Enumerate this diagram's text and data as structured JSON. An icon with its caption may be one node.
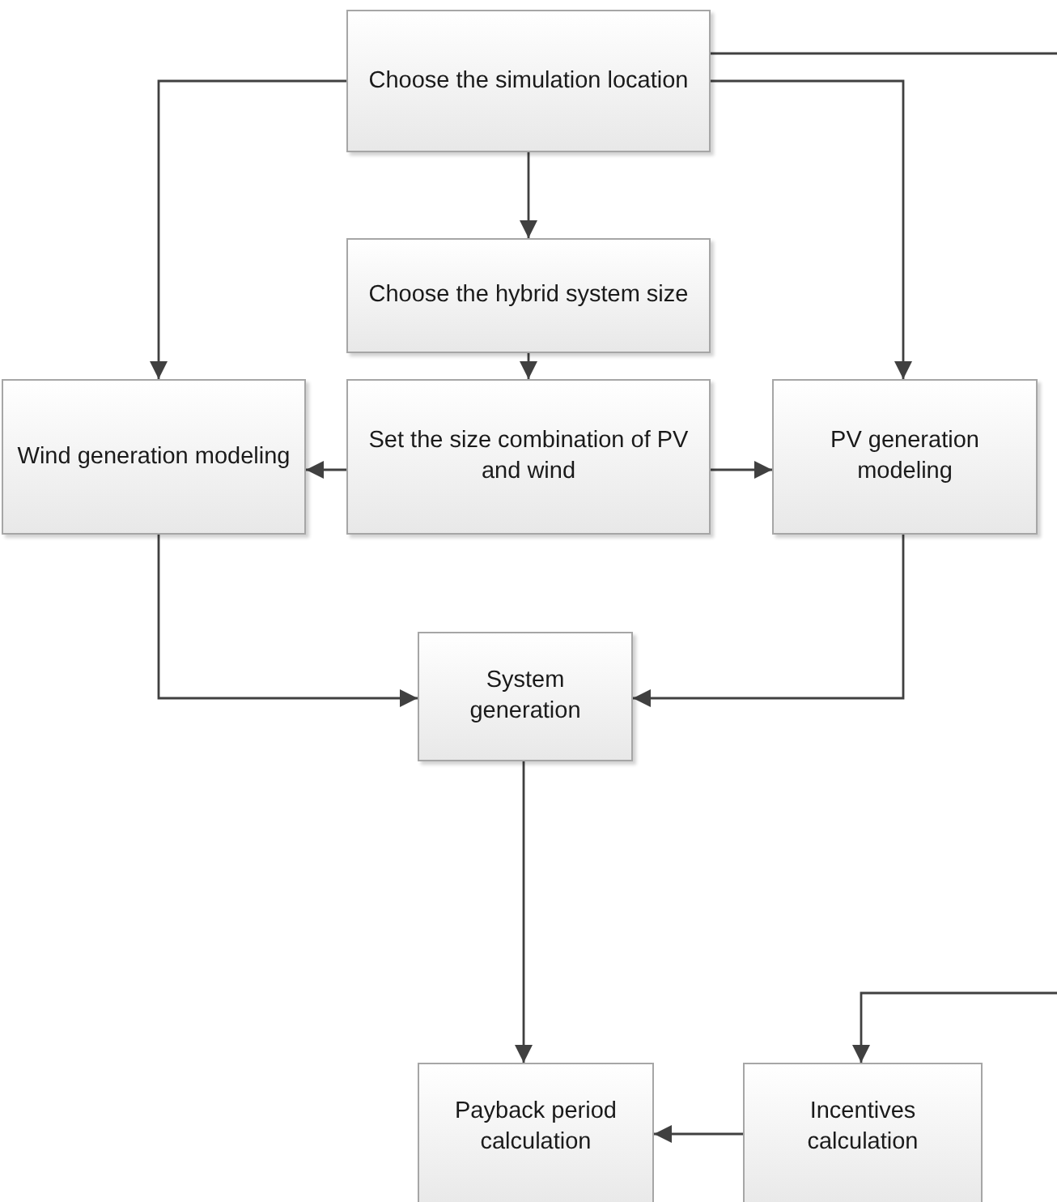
{
  "diagram": {
    "nodes": [
      {
        "text": [
          "Choose the simulation location"
        ]
      },
      {
        "text": [
          "Choose the hybrid system size"
        ]
      },
      {
        "text": [
          "Wind generation modeling"
        ]
      },
      {
        "text": [
          "Set the size combination of PV and wind"
        ]
      },
      {
        "text": [
          "PV generation modeling"
        ]
      },
      {
        "text": [
          "System generation"
        ]
      },
      {
        "text": [
          "Payback period calculation"
        ]
      },
      {
        "text": [
          "Incentives calculation"
        ]
      }
    ],
    "edges": [
      {
        "from": 0,
        "to": 1,
        "arrow": "to"
      },
      {
        "from": 0,
        "to": 2,
        "arrow": "to"
      },
      {
        "from": 0,
        "to": 4,
        "arrow": "to"
      },
      {
        "from": 0,
        "to": null,
        "arrow": "none"
      },
      {
        "from": 1,
        "to": 3,
        "arrow": "to"
      },
      {
        "from": 3,
        "to": 2,
        "arrow": "to"
      },
      {
        "from": 3,
        "to": 4,
        "arrow": "to"
      },
      {
        "from": 2,
        "to": 5,
        "arrow": "to"
      },
      {
        "from": 4,
        "to": 5,
        "arrow": "to"
      },
      {
        "from": 5,
        "to": 6,
        "arrow": "to"
      },
      {
        "from": null,
        "to": 7,
        "arrow": "to"
      },
      {
        "from": 7,
        "to": 6,
        "arrow": "to"
      }
    ]
  }
}
